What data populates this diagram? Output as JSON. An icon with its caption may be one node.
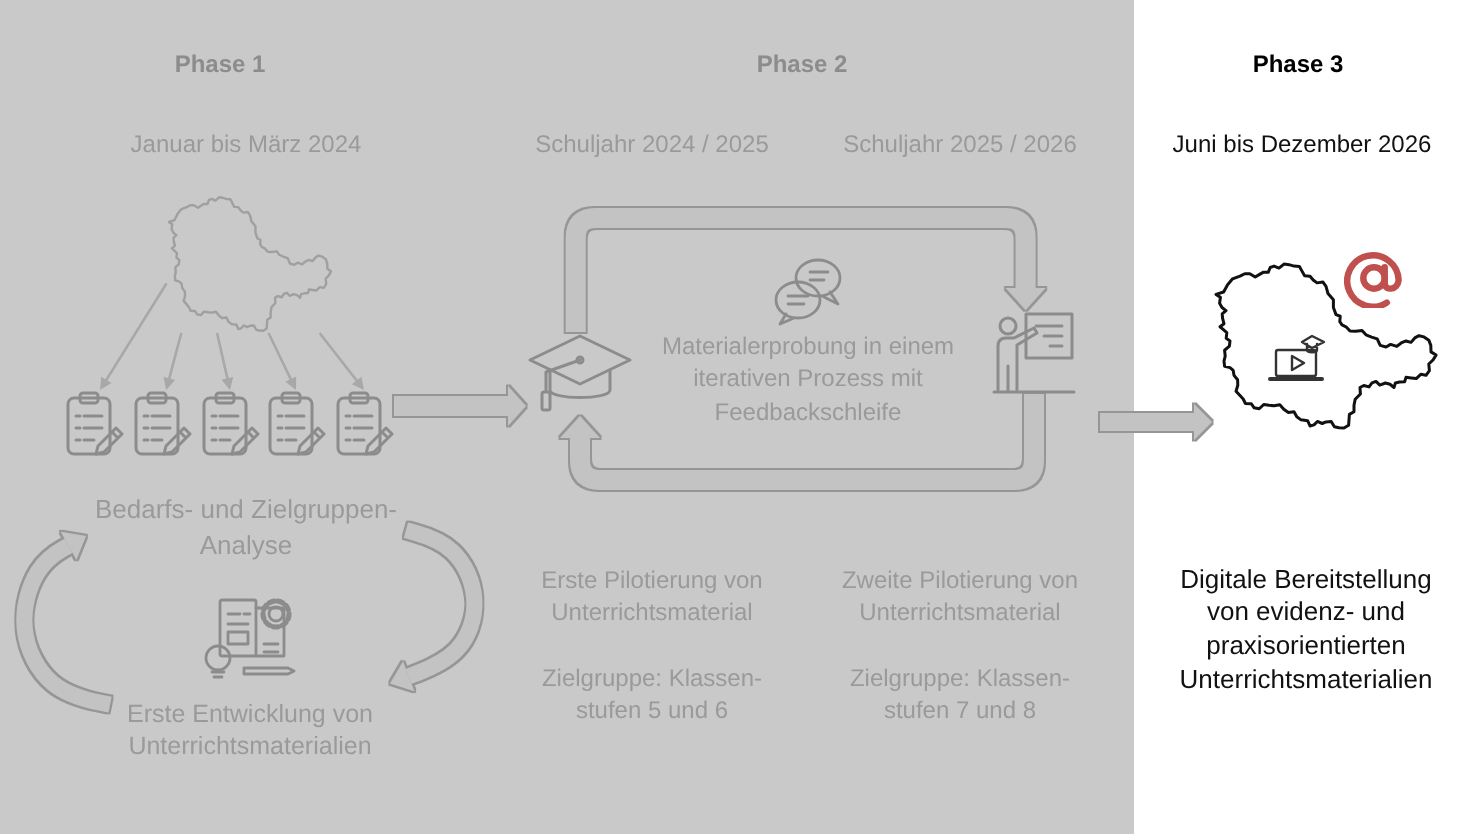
{
  "diagram": {
    "nodes": [
      {
        "text": [],
        "shape": "picture"
      },
      {
        "text": [],
        "shape": "picture"
      },
      {
        "text": [],
        "shape": "picture"
      },
      {
        "text": [],
        "shape": "picture"
      },
      {
        "text": [],
        "shape": "picture"
      },
      {
        "text": [],
        "shape": "picture"
      },
      {
        "text": [
          "Bedarfs- und Zielgruppen- Analyse"
        ]
      },
      {
        "text": [
          "Erste Entwicklung von Unterrichtsmaterialien"
        ]
      },
      {
        "text": [],
        "shape": "picture"
      },
      {
        "text": [],
        "shape": "picture"
      },
      {
        "text": [],
        "shape": "picture"
      }
    ],
    "edges": [
      {
        "from": 0,
        "to": 1,
        "arrow": "to"
      },
      {
        "from": 0,
        "to": 2,
        "arrow": "to"
      },
      {
        "from": 0,
        "to": 3,
        "arrow": "to"
      },
      {
        "from": 0,
        "to": 4,
        "arrow": "to"
      },
      {
        "from": 0,
        "to": 5,
        "arrow": "to"
      },
      {
        "from": 5,
        "to": 8,
        "arrow": "to"
      },
      {
        "from": 6,
        "to": 7,
        "arrow": "to"
      },
      {
        "from": 7,
        "to": 6,
        "arrow": "to"
      },
      {
        "from": 8,
        "to": 9,
        "arrow": "to"
      },
      {
        "from": 9,
        "to": 8,
        "arrow": "to"
      },
      {
        "from": null,
        "to": 10,
        "arrow": "to"
      }
    ],
    "labels": [
      "Phase 1",
      "Phase 2",
      "Phase 3",
      "Januar bis März 2024",
      "Schuljahr 2024 / 2025",
      "Schuljahr 2025 / 2026",
      "Juni bis Dezember 2026",
      "Materialerprobung in einem iterativen Prozess mit Feedbackschleife",
      "Erste Pilotierung von Unterrichtsmaterial",
      "Zweite Pilotierung von Unterrichtsmaterial",
      "Digitale Bereitstellung von evidenz- und praxisorientierten Unterrichtsmaterialien",
      "Zielgruppe: Klassen- stufen 5 und 6",
      "Zielgruppe: Klassen- stufen 7 und 8"
    ]
  }
}
